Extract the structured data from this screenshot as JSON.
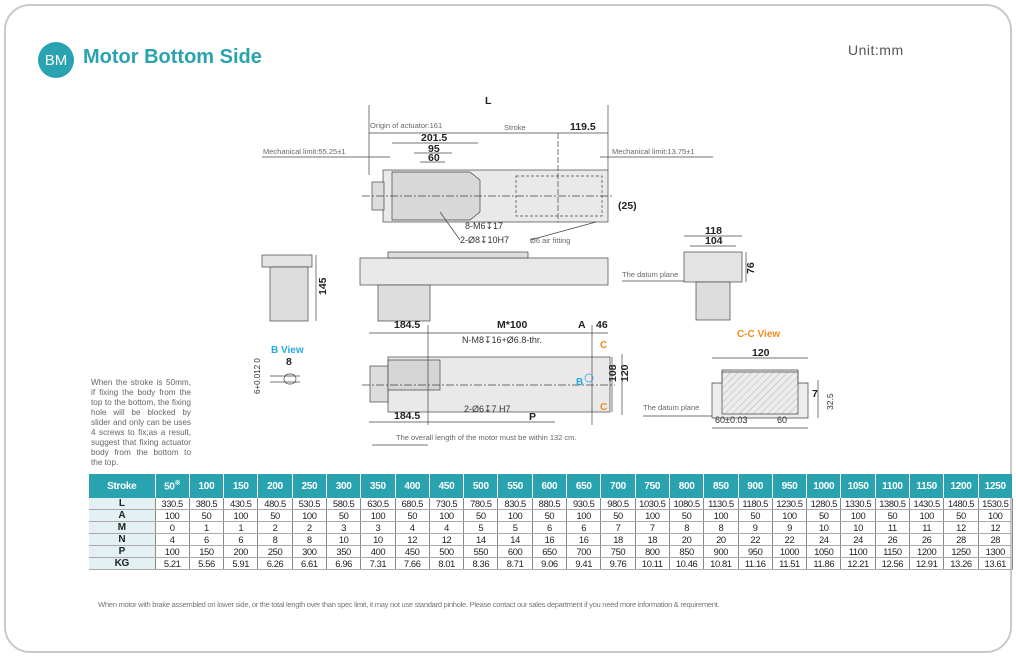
{
  "header": {
    "badge": "BM",
    "title": "Motor Bottom Side",
    "unit": "Unit:mm"
  },
  "drawing": {
    "L": "L",
    "origin": "Origin of actuator:161",
    "stroke": "Stroke",
    "d119_5": "119.5",
    "d201_5": "201.5",
    "d95": "95",
    "d60": "60",
    "mech_left": "Mechanical limit:55.25±1",
    "mech_right": "Mechanical limit:13.75±1",
    "d25": "(25)",
    "m6": "8-M6↧17",
    "pin8": "2-Ø8↧10H7",
    "air": "Ø6 air fitting",
    "d145": "145",
    "d118": "118",
    "d104": "104",
    "d76": "76",
    "datum1": "The datum plane",
    "d184_5a": "184.5",
    "m100": "M*100",
    "A": "A",
    "d46": "46",
    "nm8": "N-M8↧16+Ø6.8-thr.",
    "C1": "C",
    "C2": "C",
    "B": "B",
    "d108": "108",
    "d120v": "120",
    "d184_5b": "184.5",
    "pin6": "2-Ø6↧7 H7",
    "P": "P",
    "overall": "The overall length of the motor must be within 132 cm.",
    "bview": "B View",
    "b8": "8",
    "b6": "6+0.012 0",
    "ccview": "C-C View",
    "cc120": "120",
    "datum2": "The datum plane",
    "cc7": "7",
    "cc32_5": "32.5",
    "cc60a": "60±0.03",
    "cc60b": "60"
  },
  "note": "When the stroke is 50mm, if fixing the body from the top to the bottom, the fixing hole will be blocked by slider and only can be uses 4 screws to fix;as a result, suggest that fixing actuator body from the bottom to the top.",
  "table": {
    "stroke_label": "Stroke",
    "mark": "※",
    "strokes": [
      "50",
      "100",
      "150",
      "200",
      "250",
      "300",
      "350",
      "400",
      "450",
      "500",
      "550",
      "600",
      "650",
      "700",
      "750",
      "800",
      "850",
      "900",
      "950",
      "1000",
      "1050",
      "1100",
      "1150",
      "1200",
      "1250"
    ],
    "rows": [
      {
        "label": "L",
        "values": [
          "330.5",
          "380.5",
          "430.5",
          "480.5",
          "530.5",
          "580.5",
          "630.5",
          "680.5",
          "730.5",
          "780.5",
          "830.5",
          "880.5",
          "930.5",
          "980.5",
          "1030.5",
          "1080.5",
          "1130.5",
          "1180.5",
          "1230.5",
          "1280.5",
          "1330.5",
          "1380.5",
          "1430.5",
          "1480.5",
          "1530.5"
        ]
      },
      {
        "label": "A",
        "values": [
          "100",
          "50",
          "100",
          "50",
          "100",
          "50",
          "100",
          "50",
          "100",
          "50",
          "100",
          "50",
          "100",
          "50",
          "100",
          "50",
          "100",
          "50",
          "100",
          "50",
          "100",
          "50",
          "100",
          "50",
          "100"
        ]
      },
      {
        "label": "M",
        "values": [
          "0",
          "1",
          "1",
          "2",
          "2",
          "3",
          "3",
          "4",
          "4",
          "5",
          "5",
          "6",
          "6",
          "7",
          "7",
          "8",
          "8",
          "9",
          "9",
          "10",
          "10",
          "11",
          "11",
          "12",
          "12"
        ]
      },
      {
        "label": "N",
        "values": [
          "4",
          "6",
          "6",
          "8",
          "8",
          "10",
          "10",
          "12",
          "12",
          "14",
          "14",
          "16",
          "16",
          "18",
          "18",
          "20",
          "20",
          "22",
          "22",
          "24",
          "24",
          "26",
          "26",
          "28",
          "28"
        ]
      },
      {
        "label": "P",
        "values": [
          "100",
          "150",
          "200",
          "250",
          "300",
          "350",
          "400",
          "450",
          "500",
          "550",
          "600",
          "650",
          "700",
          "750",
          "800",
          "850",
          "900",
          "950",
          "1000",
          "1050",
          "1100",
          "1150",
          "1200",
          "1250",
          "1300"
        ]
      },
      {
        "label": "KG",
        "values": [
          "5.21",
          "5.56",
          "5.91",
          "6.26",
          "6.61",
          "6.96",
          "7.31",
          "7.66",
          "8.01",
          "8.36",
          "8.71",
          "9.06",
          "9.41",
          "9.76",
          "10.11",
          "10.46",
          "10.81",
          "11.16",
          "11.51",
          "11.86",
          "12.21",
          "12.56",
          "12.91",
          "13.26",
          "13.61"
        ]
      }
    ]
  },
  "footer": "When motor with brake assembled on lower side, or the total length over than spec limit, it may not use standard pinhole. Please contact our sales department if you need more information & requirement."
}
